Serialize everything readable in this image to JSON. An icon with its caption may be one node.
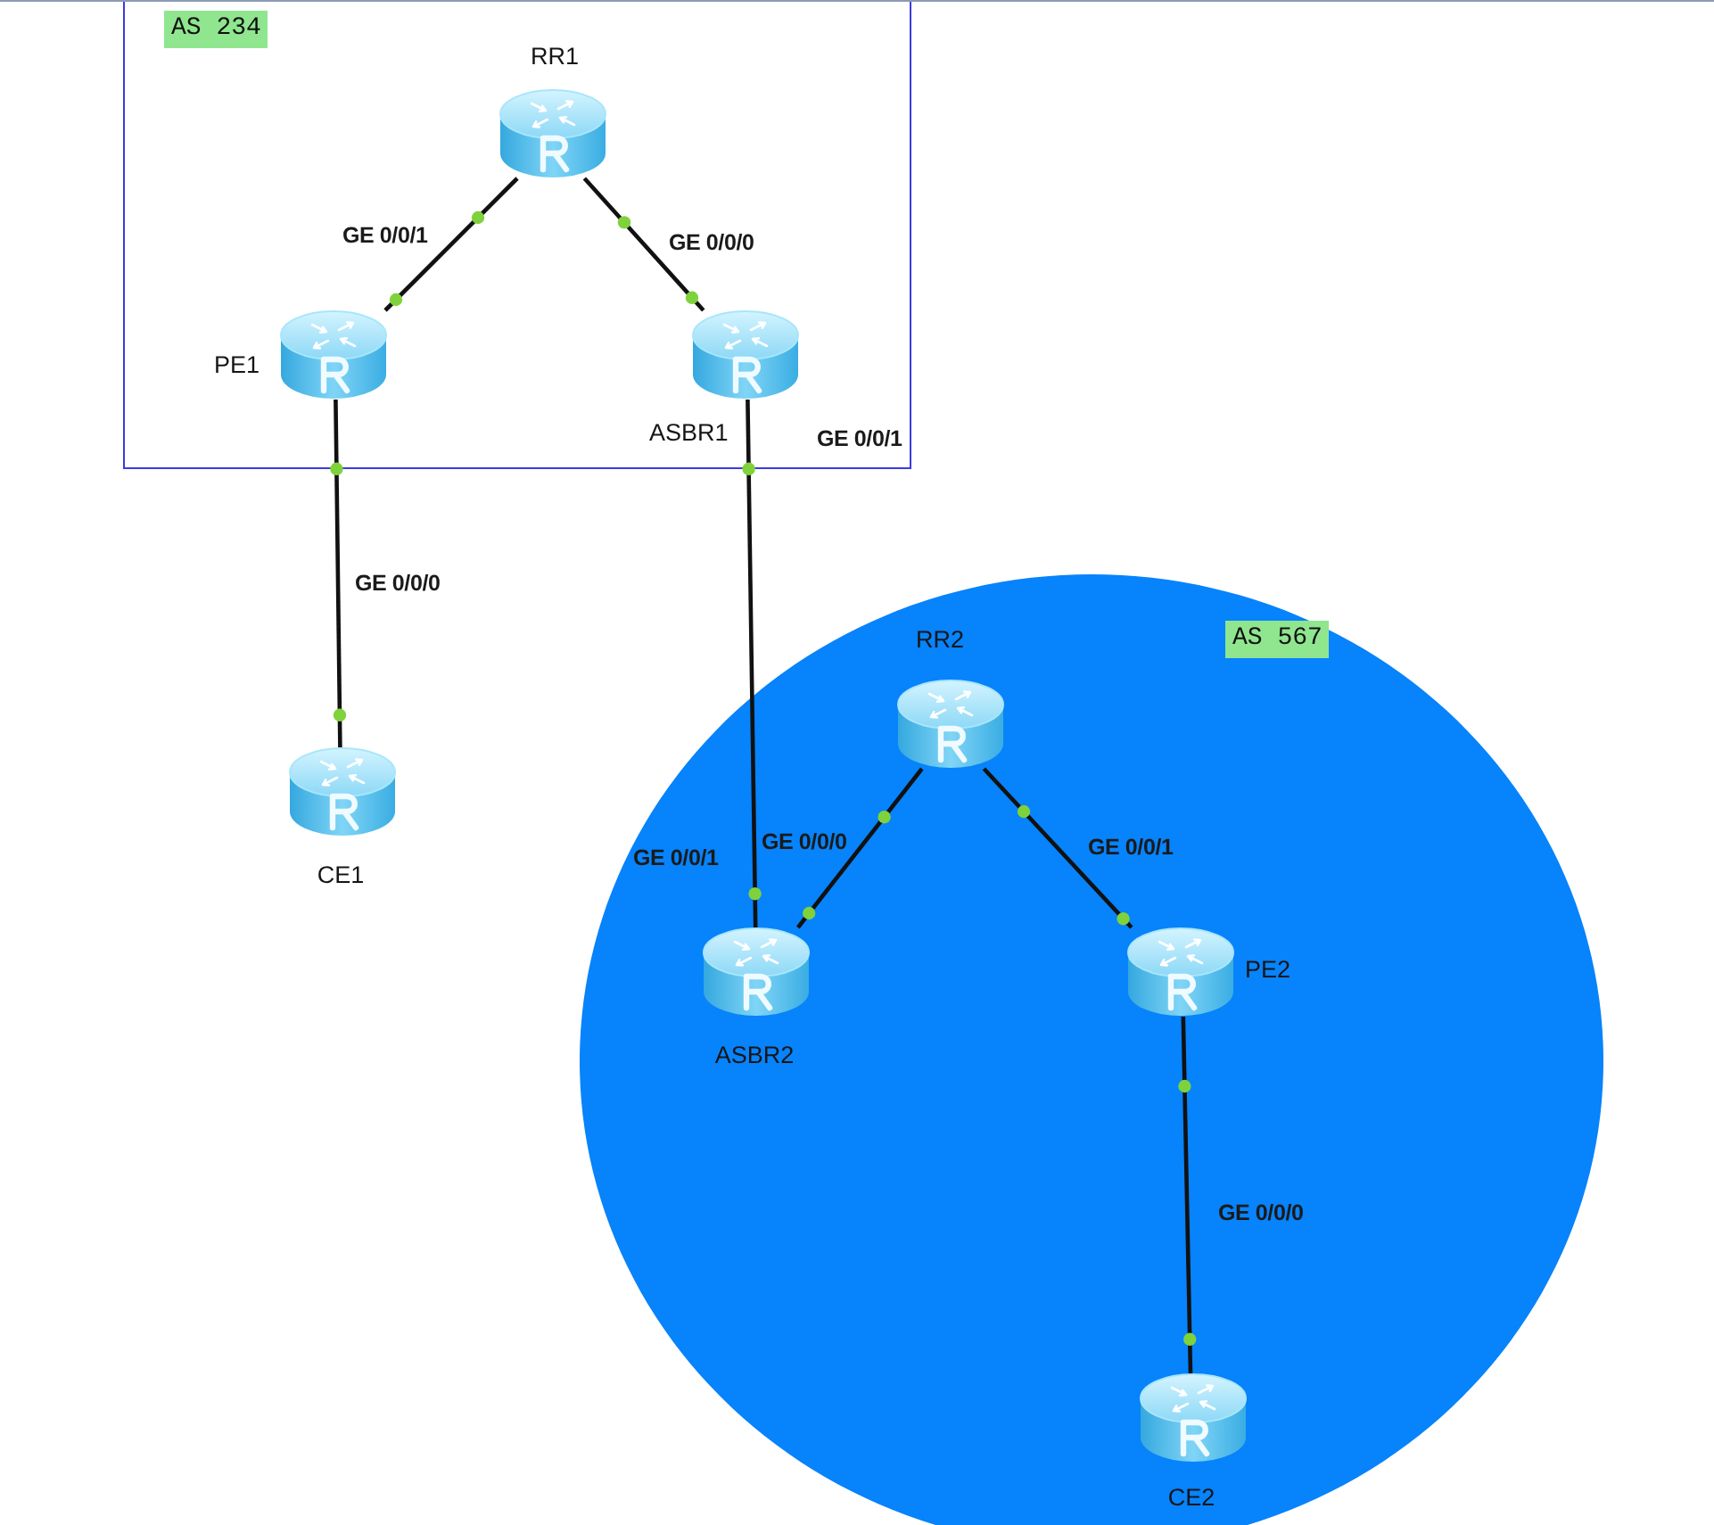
{
  "diagram": {
    "nodes": [
      {
        "text": [
          "AS 234"
        ]
      },
      {
        "text": [
          "RR1"
        ],
        "in": 0
      },
      {
        "text": [
          "PE1"
        ],
        "in": 0
      },
      {
        "text": [
          "ASBR1"
        ],
        "in": 0
      },
      {
        "text": [
          "CE1"
        ]
      },
      {
        "text": [
          "AS 567"
        ]
      },
      {
        "text": [
          "RR2"
        ],
        "in": 5
      },
      {
        "text": [
          "ASBR2"
        ],
        "in": 5
      },
      {
        "text": [
          "PE2"
        ],
        "in": 5
      },
      {
        "text": [
          "CE2"
        ],
        "in": 5
      }
    ],
    "edges": [
      {
        "from": 1,
        "to": 2,
        "arrow": "none",
        "label": "GE 0/0/1"
      },
      {
        "from": 1,
        "to": 3,
        "arrow": "none",
        "label": "GE 0/0/0"
      },
      {
        "from": 2,
        "to": 4,
        "arrow": "none",
        "label": "GE 0/0/0"
      },
      {
        "from": 3,
        "to": 7,
        "arrow": "none"
      },
      {
        "from": 6,
        "to": 7,
        "arrow": "none",
        "label": "GE 0/0/0"
      },
      {
        "from": 6,
        "to": 8,
        "arrow": "none",
        "label": "GE 0/0/1"
      },
      {
        "from": 8,
        "to": 9,
        "arrow": "none",
        "label": "GE 0/0/0"
      }
    ],
    "labels": [
      "GE 0/0/1",
      "GE 0/0/1"
    ]
  }
}
